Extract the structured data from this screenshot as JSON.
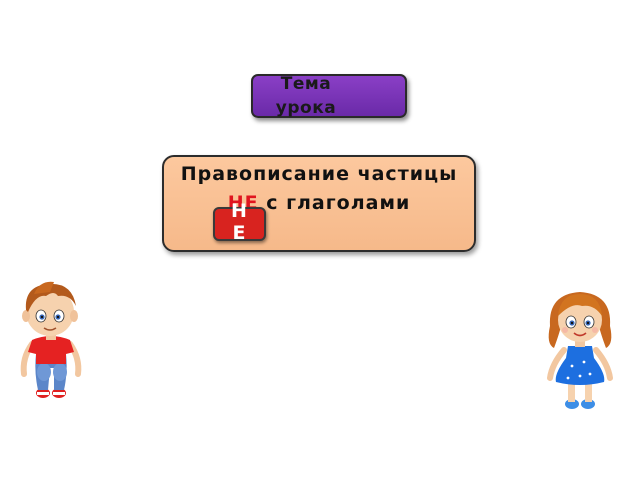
{
  "topic": {
    "line1": "Тема",
    "line2": "урока"
  },
  "lesson": {
    "text_part1": "Правописание частицы ",
    "highlight": "НЕ",
    "text_part2": " с глаголами"
  },
  "ne_button": {
    "label": "НЕ"
  },
  "colors": {
    "topic_box": "#7b35b8",
    "lesson_box": "#f9c196",
    "highlight": "#e0141e",
    "ne_button": "#d8231f"
  }
}
